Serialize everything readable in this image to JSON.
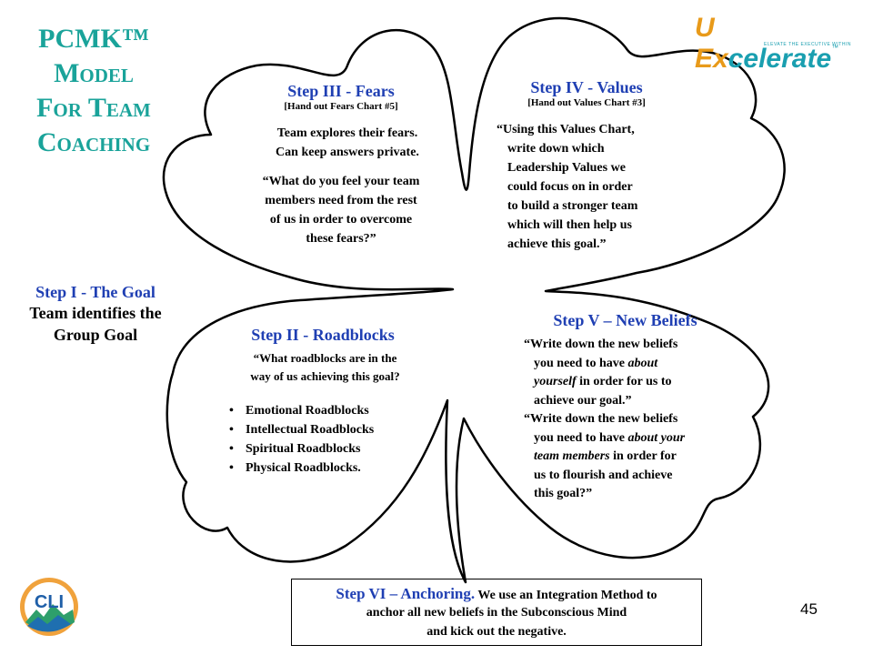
{
  "title": {
    "line1": "PCMK™",
    "line2": "Model",
    "line3": "For Team",
    "line4": "Coaching"
  },
  "logo": {
    "u": "U",
    "ex": "Ex",
    "rest": "celerate",
    "tm": "™",
    "tagline": "ELEVATE THE EXECUTIVE WITHIN"
  },
  "step1": {
    "heading": "Step I  - The Goal",
    "line1": "Team identifies the",
    "line2": "Group Goal"
  },
  "step3": {
    "heading": "Step III  - Fears",
    "handout": "[Hand  out Fears Chart #5]",
    "intro1": "Team  explores their fears.",
    "intro2": "Can keep answers private.",
    "q1": "“What do you feel your team",
    "q2": "members need from the rest",
    "q3": "of us in order to overcome",
    "q4": "these fears?”"
  },
  "step4": {
    "heading": "Step IV - Values",
    "handout": "[Hand  out Values Chart #3]",
    "l1": "“Using this Values Chart,",
    "l2": "write down which",
    "l3": "Leadership Values we",
    "l4": "could focus on in order",
    "l5": "to build a stronger team",
    "l6": "which will then help us",
    "l7": "achieve this goal.”"
  },
  "step2": {
    "heading": "Step II  - Roadblocks",
    "q1": "“What roadblocks are in the",
    "q2": "way of us achieving this goal?",
    "items": [
      "Emotional Roadblocks",
      "Intellectual Roadblocks",
      "Spiritual Roadblocks",
      "Physical Roadblocks."
    ]
  },
  "step5": {
    "heading": "Step V – New Beliefs",
    "a1": "“Write down the new beliefs",
    "a2": "you need to have",
    "a2i": "about",
    "a3i": "yourself",
    "a3": " in order for us to",
    "a4": "achieve our goal.”",
    "b1": "“Write down the new beliefs",
    "b2": "you need to have",
    "b2i": "about your",
    "b3i": "team members",
    "b3": " in order for",
    "b4": "us to flourish and achieve",
    "b5": "this goal?”"
  },
  "step6": {
    "heading": "Step VI – Anchoring.",
    "line1": " We use an Integration Method to",
    "line2": "anchor all new beliefs in the Subconscious Mind",
    "line3": "and kick out the negative."
  },
  "cli_logo": "CLI",
  "page_number": "45",
  "colors": {
    "teal_title": "#1aa39a",
    "step_blue": "#1f3fb3",
    "logo_orange": "#e89a1a",
    "logo_teal": "#1a9fb0"
  }
}
